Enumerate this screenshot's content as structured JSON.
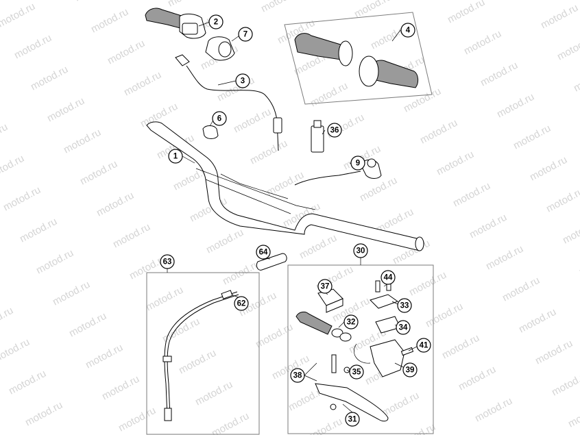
{
  "watermark": {
    "text": "motod.ru"
  },
  "callouts": [
    {
      "id": "c1",
      "label": "1"
    },
    {
      "id": "c2",
      "label": "2"
    },
    {
      "id": "c3",
      "label": "3"
    },
    {
      "id": "c4",
      "label": "4"
    },
    {
      "id": "c6",
      "label": "6"
    },
    {
      "id": "c7",
      "label": "7"
    },
    {
      "id": "c9",
      "label": "9"
    },
    {
      "id": "c30",
      "label": "30"
    },
    {
      "id": "c31",
      "label": "31"
    },
    {
      "id": "c32",
      "label": "32"
    },
    {
      "id": "c33",
      "label": "33"
    },
    {
      "id": "c34",
      "label": "34"
    },
    {
      "id": "c35",
      "label": "35"
    },
    {
      "id": "c36",
      "label": "36"
    },
    {
      "id": "c37",
      "label": "37"
    },
    {
      "id": "c38",
      "label": "38"
    },
    {
      "id": "c39",
      "label": "39"
    },
    {
      "id": "c41",
      "label": "41"
    },
    {
      "id": "c44",
      "label": "44"
    },
    {
      "id": "c62",
      "label": "62"
    },
    {
      "id": "c63",
      "label": "63"
    },
    {
      "id": "c64",
      "label": "64"
    }
  ]
}
